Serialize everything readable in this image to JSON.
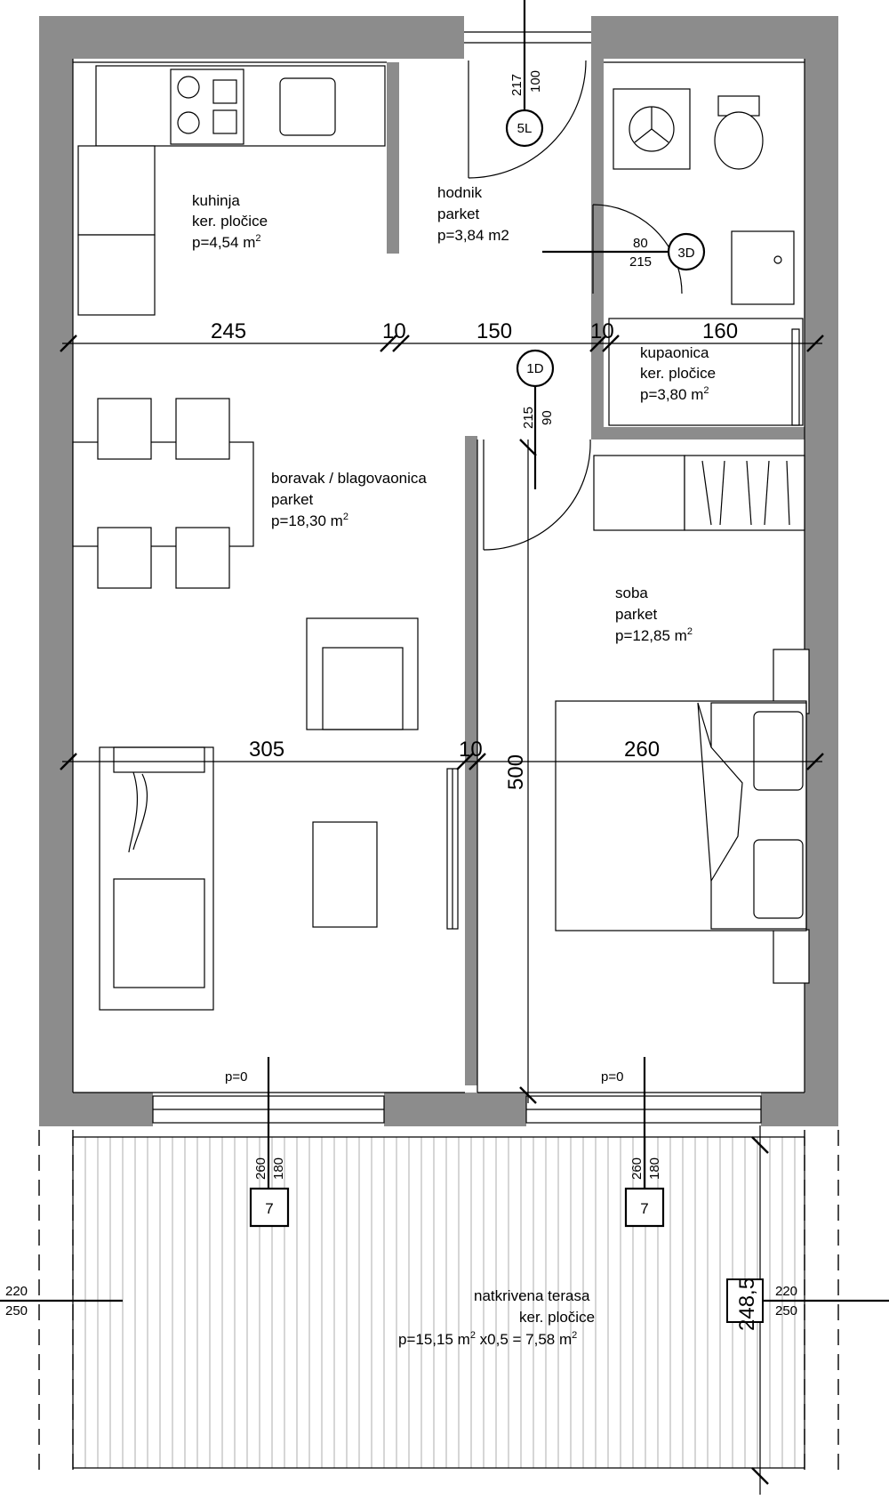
{
  "rooms": {
    "kuhinja": {
      "name": "kuhinja",
      "floor": "ker. pločice",
      "area": "p=4,54 m",
      "sup": "2"
    },
    "hodnik": {
      "name": "hodnik",
      "floor": "parket",
      "area": "p=3,84 m2"
    },
    "kupaonica": {
      "name": "kupaonica",
      "floor": "ker. pločice",
      "area": "p=3,80 m",
      "sup": "2"
    },
    "boravak": {
      "name": "boravak / blagovaonica",
      "floor": "parket",
      "area": "p=18,30 m",
      "sup": "2"
    },
    "soba": {
      "name": "soba",
      "floor": "parket",
      "area": "p=12,85 m",
      "sup": "2"
    },
    "terasa": {
      "name": "natkrivena terasa",
      "floor": "ker. pločice",
      "area_a": "p=15,15 m",
      "area_b": " x0,5 = 7,58 m",
      "sup": "2"
    }
  },
  "dimensions": {
    "row1": [
      "245",
      "10",
      "150",
      "10",
      "160"
    ],
    "row2": [
      "305",
      "10",
      "260"
    ],
    "vertical": "500",
    "terrace_depth": "248,5"
  },
  "doors": {
    "entrance": {
      "tag": "5L",
      "w": "100",
      "h": "217"
    },
    "bathroom": {
      "tag": "3D",
      "w": "80",
      "h": "215"
    },
    "room": {
      "tag": "1D",
      "w": "90",
      "h": "215"
    }
  },
  "windows": {
    "left": {
      "tag": "7",
      "w": "180",
      "h": "260"
    },
    "right": {
      "tag": "7",
      "w": "180",
      "h": "260"
    },
    "sill_left": "p=0",
    "sill_right": "p=0",
    "side_left": {
      "w": "220",
      "h": "250"
    },
    "side_right": {
      "w": "220",
      "h": "250"
    }
  }
}
